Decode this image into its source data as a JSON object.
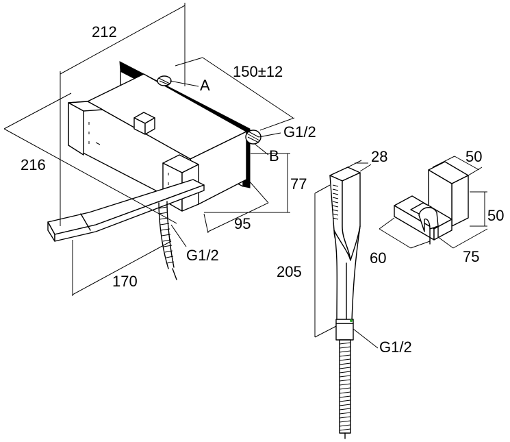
{
  "dimensions": {
    "mixer_width": "212",
    "mixer_depth": "216",
    "wall_spacing": "150±12",
    "height": "77",
    "projection": "95",
    "spout_length": "170",
    "handshower_width": "28",
    "handshower_length": "205",
    "holder_width": "50",
    "holder_height": "50",
    "holder_depth": "60",
    "holder_length": "75"
  },
  "labels": {
    "inlet_a": "A",
    "inlet_b": "B",
    "thread_inlet": "G1/2",
    "thread_outlet": "G1/2",
    "thread_handshower": "G1/2"
  }
}
